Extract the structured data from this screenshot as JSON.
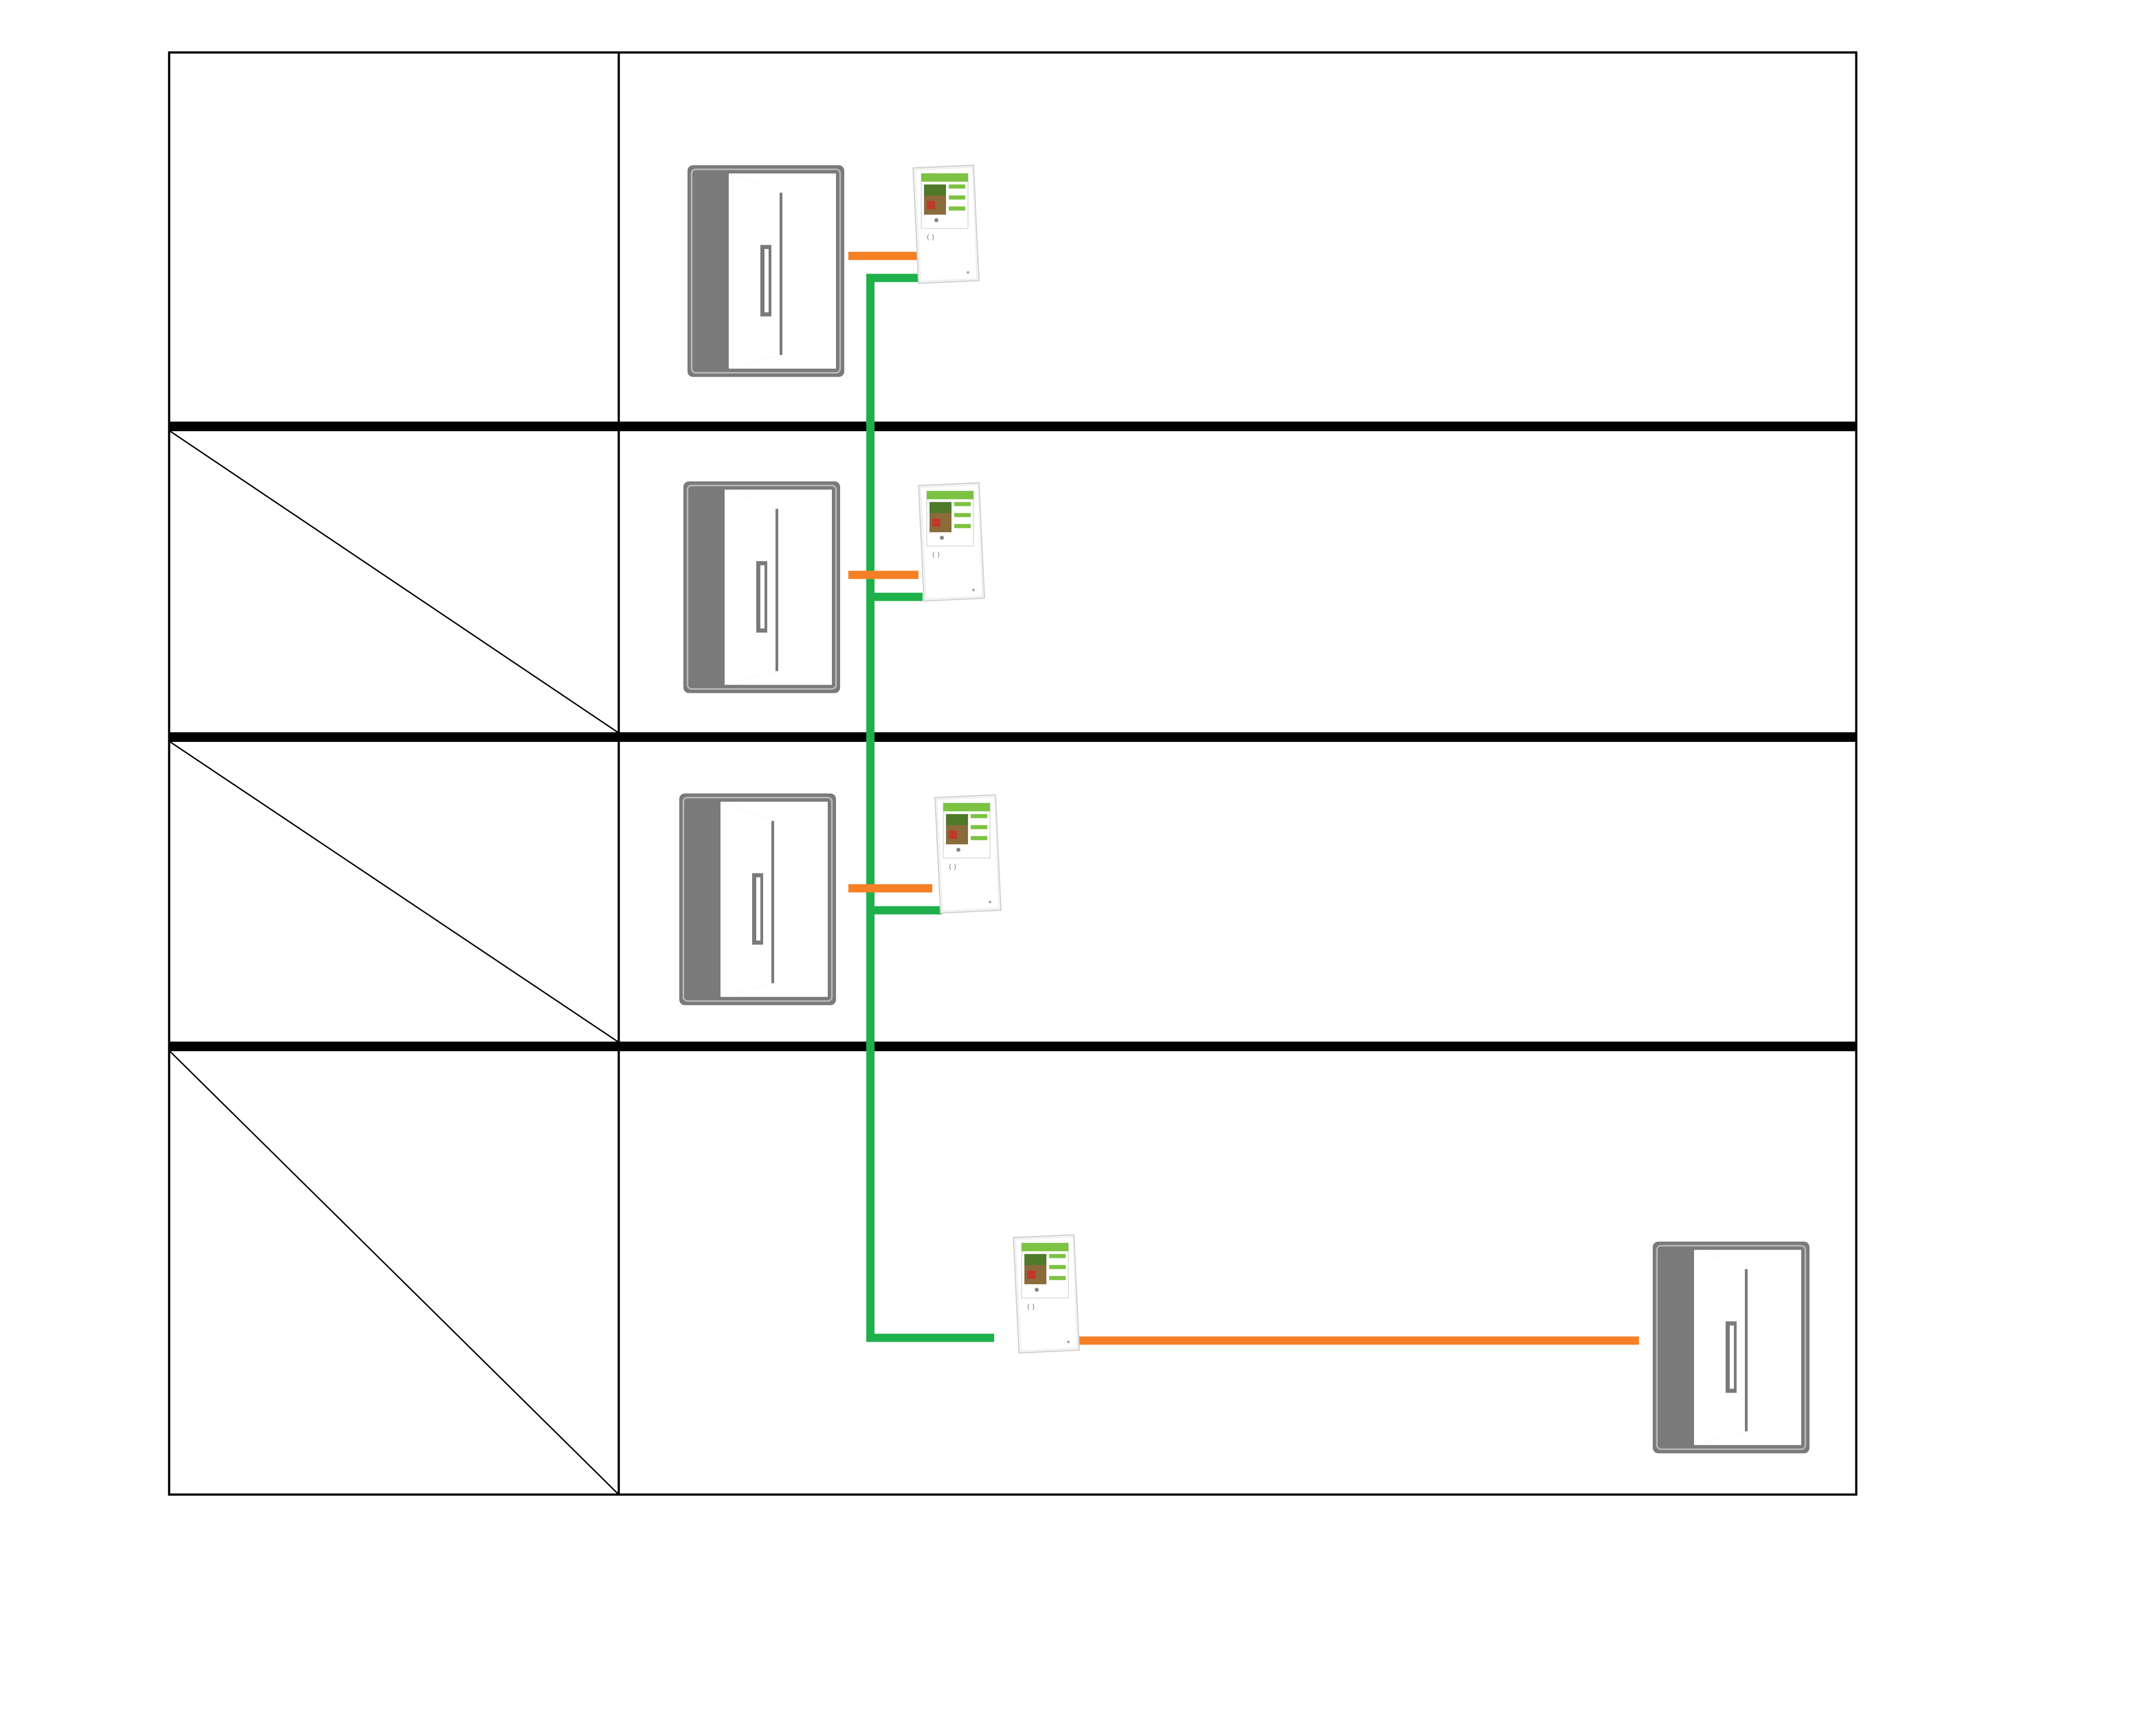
{
  "diagram": {
    "floors": [
      {
        "id": "floor-1",
        "has_diagonal": false
      },
      {
        "id": "floor-2",
        "has_diagonal": true
      },
      {
        "id": "floor-3",
        "has_diagonal": true
      },
      {
        "id": "floor-4",
        "has_diagonal": true
      }
    ],
    "nodes": [
      {
        "id": "door-1",
        "kind": "door",
        "icon": "door-icon"
      },
      {
        "id": "panel-1",
        "kind": "control-panel",
        "icon": "control-panel-icon"
      },
      {
        "id": "door-2",
        "kind": "door",
        "icon": "door-icon"
      },
      {
        "id": "panel-2",
        "kind": "control-panel",
        "icon": "control-panel-icon"
      },
      {
        "id": "door-3",
        "kind": "door",
        "icon": "door-icon"
      },
      {
        "id": "panel-3",
        "kind": "control-panel",
        "icon": "control-panel-icon"
      },
      {
        "id": "panel-4",
        "kind": "control-panel",
        "icon": "control-panel-icon"
      },
      {
        "id": "door-4",
        "kind": "door",
        "icon": "door-icon"
      }
    ],
    "edges": [
      {
        "from": "door-1",
        "to": "panel-1",
        "type": "door-link"
      },
      {
        "from": "door-2",
        "to": "panel-2",
        "type": "door-link"
      },
      {
        "from": "door-3",
        "to": "panel-3",
        "type": "door-link"
      },
      {
        "from": "panel-4",
        "to": "door-4",
        "type": "door-link"
      },
      {
        "from": "panel-1",
        "to": "panel-2",
        "type": "bus"
      },
      {
        "from": "panel-2",
        "to": "panel-3",
        "type": "bus"
      },
      {
        "from": "panel-3",
        "to": "panel-4",
        "type": "bus"
      }
    ],
    "colors": {
      "door_link": "#f58025",
      "bus": "#1fb04b",
      "door": "#7a7a7a",
      "grid": "#000000",
      "panel_screen_accent": "#7dc242"
    }
  }
}
